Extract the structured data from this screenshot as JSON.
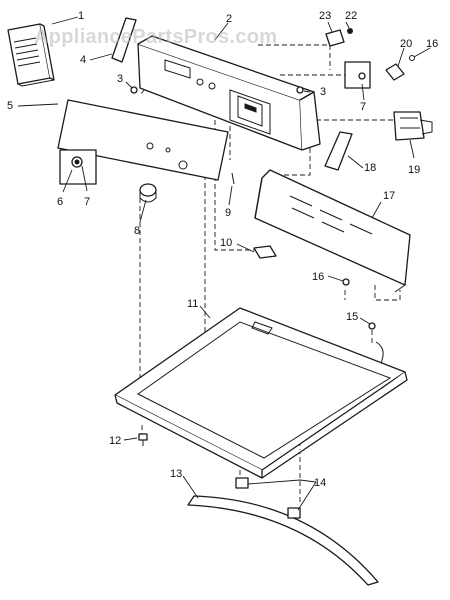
{
  "watermark": "AppliancePartsPros.com",
  "callouts": {
    "c1": "1",
    "c2": "2",
    "c3a": "3",
    "c3b": "3",
    "c4": "4",
    "c5": "5",
    "c6": "6",
    "c7a": "7",
    "c7b": "7",
    "c8": "8",
    "c9": "9",
    "c10": "10",
    "c11": "11",
    "c12": "12",
    "c13": "13",
    "c14": "14",
    "c15": "15",
    "c16a": "16",
    "c16b": "16",
    "c17": "17",
    "c18": "18",
    "c19": "19",
    "c20": "20",
    "c22": "22",
    "c23": "23"
  },
  "colors": {
    "ink": "#1a1a1a",
    "watermark": "#b8b8b8",
    "background": "#ffffff"
  }
}
